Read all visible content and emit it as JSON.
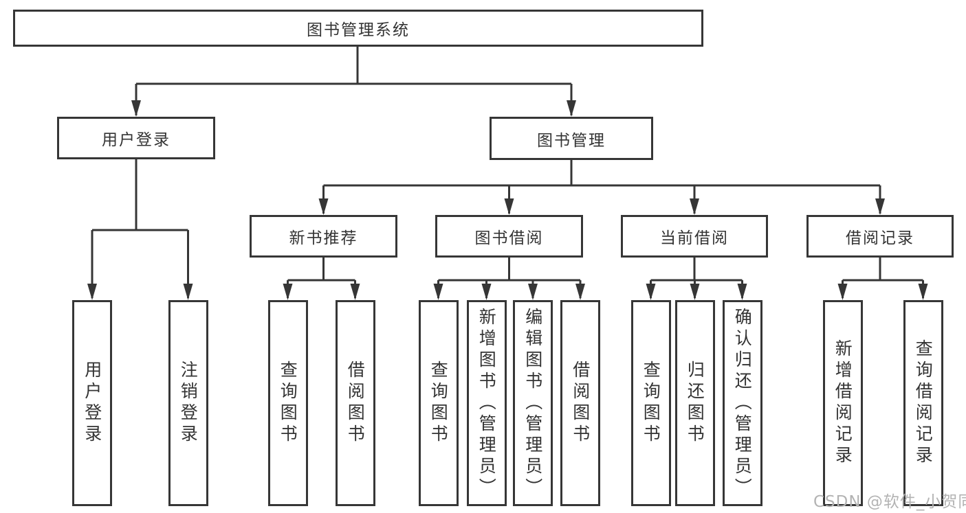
{
  "tree": {
    "label": "图书管理系统",
    "children": [
      {
        "label": "用户登录",
        "children": [
          {
            "label": "用户登录"
          },
          {
            "label": "注销登录"
          }
        ]
      },
      {
        "label": "图书管理",
        "children": [
          {
            "label": "新书推荐",
            "children": [
              {
                "label": "查询图书"
              },
              {
                "label": "借阅图书"
              }
            ]
          },
          {
            "label": "图书借阅",
            "children": [
              {
                "label": "查询图书"
              },
              {
                "label": "新增图书（管理员）"
              },
              {
                "label": "编辑图书（管理员）"
              },
              {
                "label": "借阅图书"
              }
            ]
          },
          {
            "label": "当前借阅",
            "children": [
              {
                "label": "查询图书"
              },
              {
                "label": "归还图书"
              },
              {
                "label": "确认归还（管理员）"
              }
            ]
          },
          {
            "label": "借阅记录",
            "children": [
              {
                "label": "新增借阅记录"
              },
              {
                "label": "查询借阅记录"
              }
            ]
          }
        ]
      }
    ]
  },
  "watermark": {
    "text": "CSDN @软件_小贺同学",
    "color": "#b3b3b3"
  },
  "colors": {
    "background": "#ffffff",
    "line": "#363636",
    "border": "#363636",
    "text": "#333333"
  }
}
